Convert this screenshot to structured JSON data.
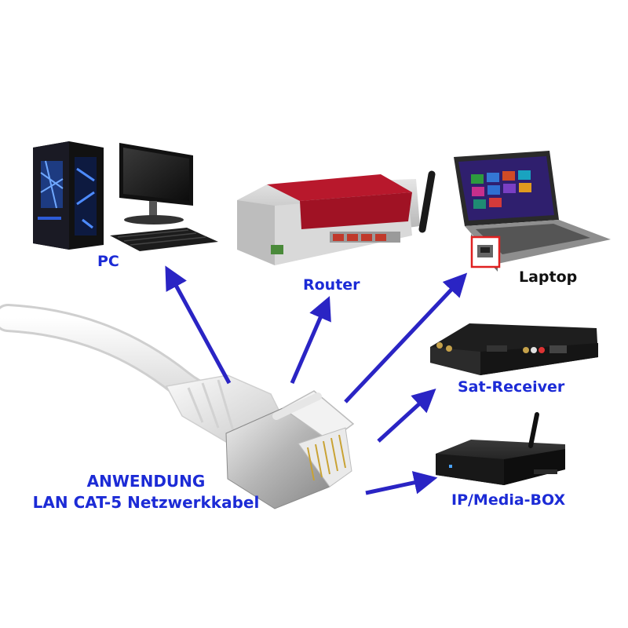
{
  "colors": {
    "arrow": "#2a24c4",
    "label": "#1c2bd6",
    "laptop_label": "#111111",
    "router_red": "#b8182c",
    "port_highlight": "#e02020"
  },
  "devices": {
    "pc": {
      "label": "PC",
      "icon": "desktop-computer-icon"
    },
    "router": {
      "label": "Router",
      "icon": "router-icon"
    },
    "laptop": {
      "label": "Laptop",
      "icon": "laptop-icon"
    },
    "sat_receiver": {
      "label": "Sat-Receiver",
      "icon": "satellite-receiver-icon"
    },
    "media_box": {
      "label": "IP/Media-BOX",
      "icon": "media-box-icon"
    }
  },
  "cable": {
    "icon": "rj45-cable-icon"
  },
  "caption": {
    "line1": "ANWENDUNG",
    "line2": "LAN CAT-5 Netzwerkkabel"
  }
}
